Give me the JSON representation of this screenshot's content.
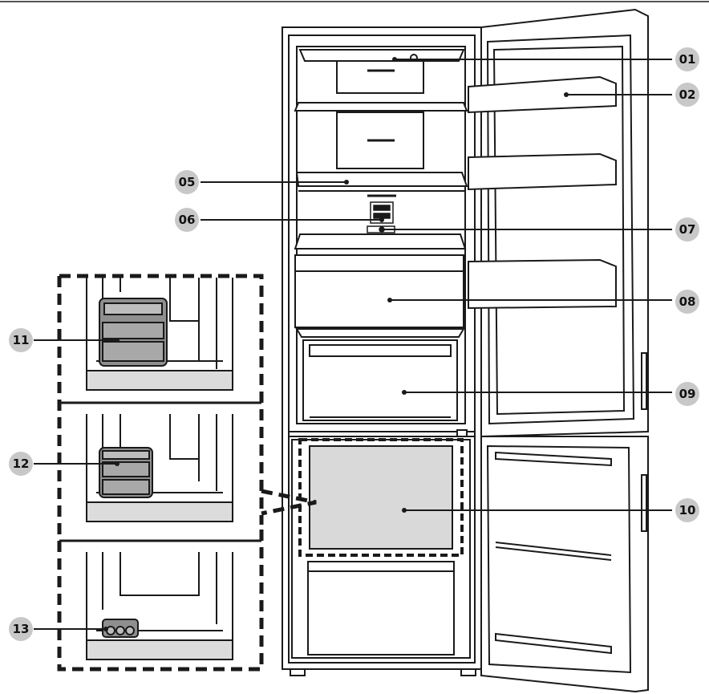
{
  "callouts": [
    {
      "id": "c01",
      "label": "01"
    },
    {
      "id": "c02",
      "label": "02"
    },
    {
      "id": "c05",
      "label": "05"
    },
    {
      "id": "c06",
      "label": "06"
    },
    {
      "id": "c07",
      "label": "07"
    },
    {
      "id": "c08",
      "label": "08"
    },
    {
      "id": "c09",
      "label": "09"
    },
    {
      "id": "c10",
      "label": "10"
    },
    {
      "id": "c11",
      "label": "11"
    },
    {
      "id": "c12",
      "label": "12"
    },
    {
      "id": "c13",
      "label": "13"
    }
  ],
  "colors": {
    "line": "#1a1a1a",
    "badge": "#c8c8c8",
    "drawer_fill": "#d9d9d9",
    "accessory_fill": "#8f8f8f",
    "shelf_fill": "#dcdcdc"
  }
}
